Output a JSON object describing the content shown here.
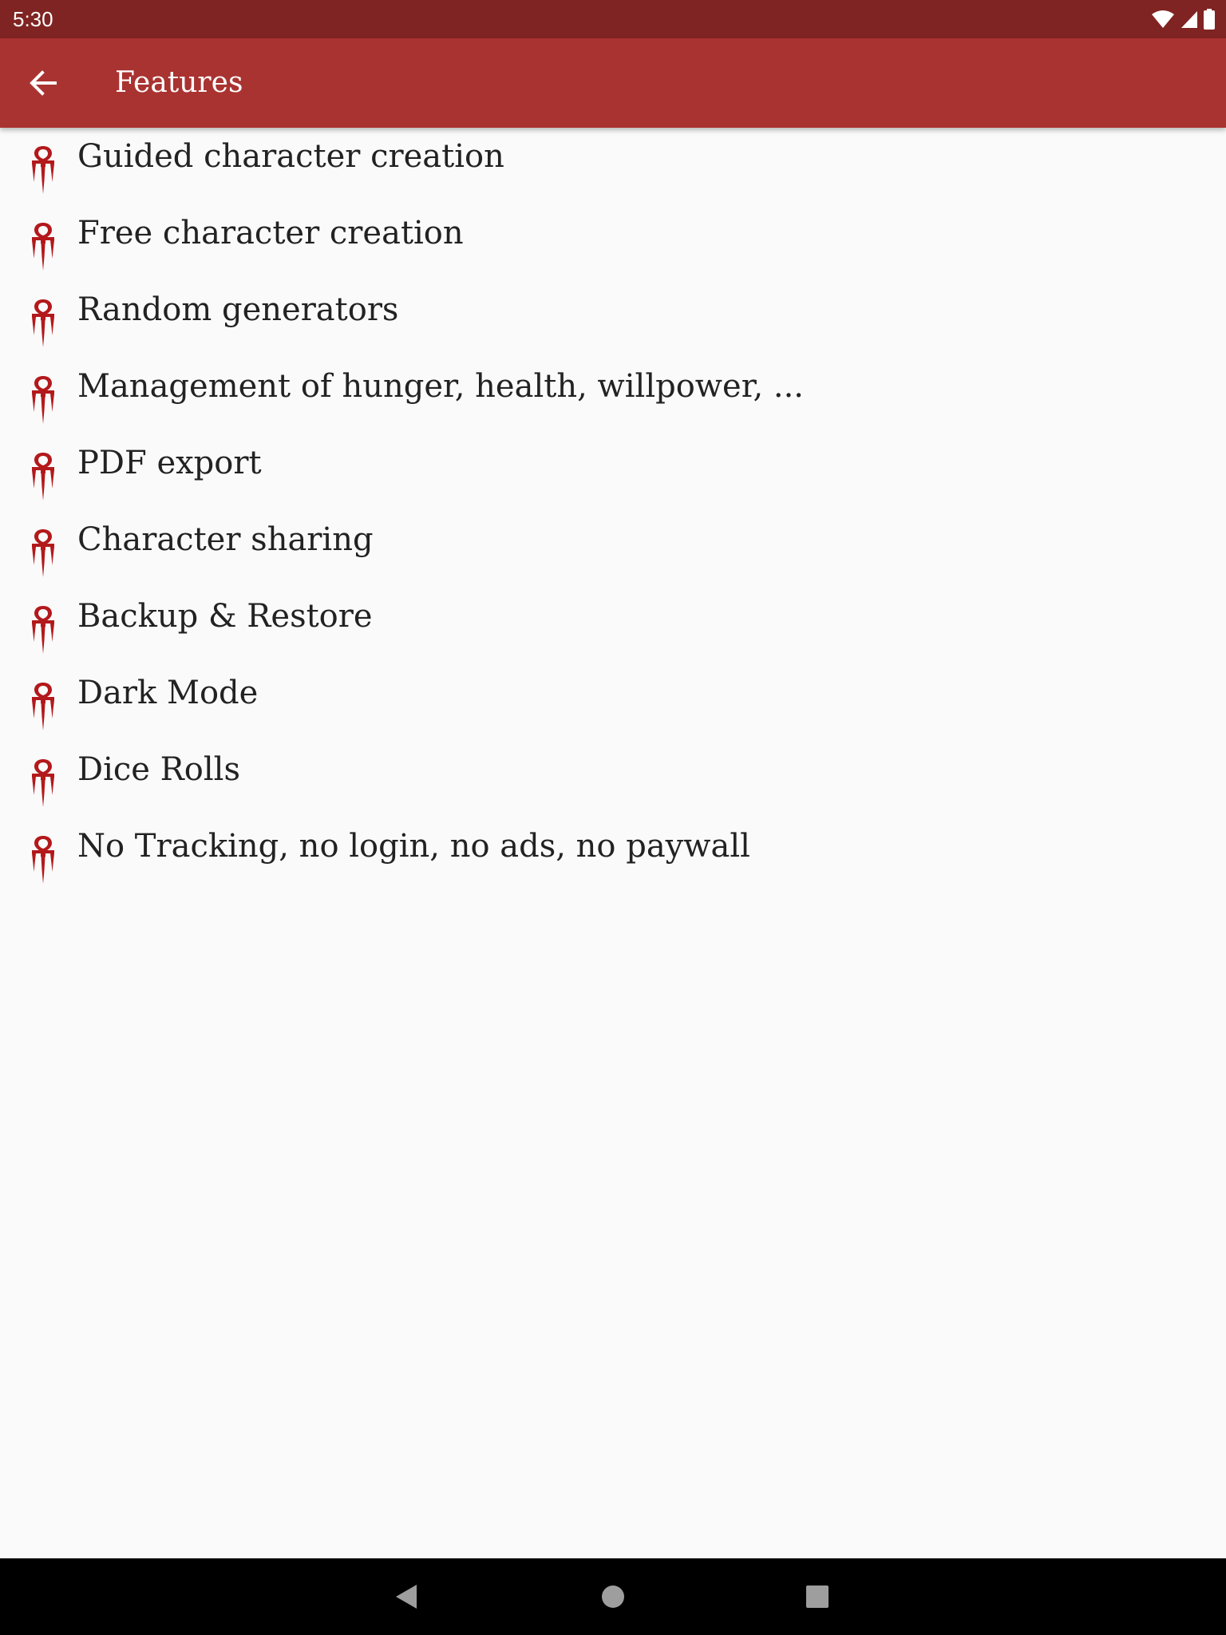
{
  "status_bar": {
    "time": "5:30",
    "icons": [
      "wifi-icon",
      "cellular-signal-icon",
      "battery-icon"
    ]
  },
  "app_bar": {
    "title": "Features",
    "back_icon": "arrow-left-icon",
    "color": "#a93331"
  },
  "features": {
    "bullet_icon": "ankh-blood-icon",
    "bullet_color": "#b3191b",
    "items": [
      {
        "label": "Guided character creation"
      },
      {
        "label": "Free character creation"
      },
      {
        "label": "Random generators"
      },
      {
        "label": "Management of hunger, health, willpower, ..."
      },
      {
        "label": "PDF export"
      },
      {
        "label": "Character sharing"
      },
      {
        "label": "Backup & Restore"
      },
      {
        "label": "Dark Mode"
      },
      {
        "label": "Dice Rolls"
      },
      {
        "label": "No Tracking, no login, no ads, no paywall"
      }
    ]
  },
  "nav_bar": {
    "buttons": [
      "back-triangle-icon",
      "home-circle-icon",
      "recents-square-icon"
    ]
  }
}
